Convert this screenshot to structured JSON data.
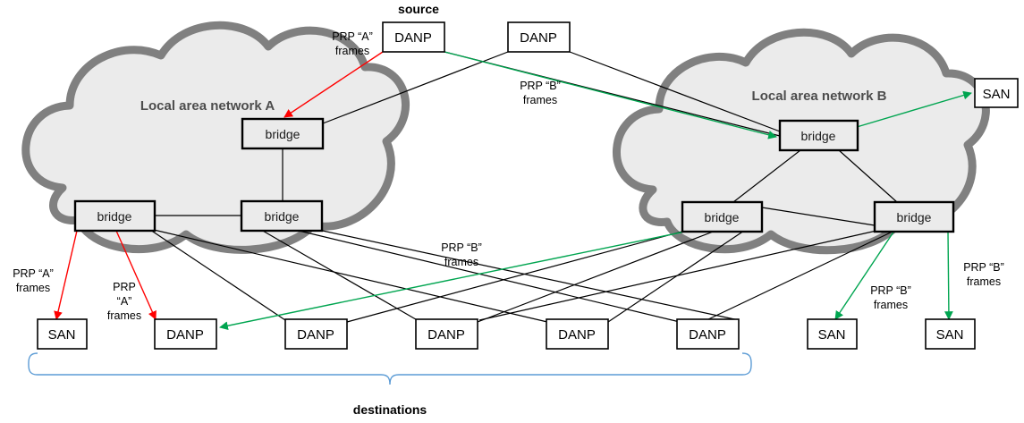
{
  "figure": {
    "title_source": "source",
    "title_destinations": "destinations",
    "colors": {
      "prp_a": "#ff0000",
      "prp_b": "#00a550",
      "link": "#000000",
      "cloud_fill": "#ebebeb",
      "cloud_stroke": "#808080",
      "bracket": "#5b9bd5"
    }
  },
  "clouds": [
    {
      "id": "lan-a",
      "label": "Local area network A"
    },
    {
      "id": "lan-b",
      "label": "Local area network B"
    }
  ],
  "source_nodes": [
    {
      "id": "src-danp-a",
      "label": "DANP"
    },
    {
      "id": "src-danp-b",
      "label": "DANP"
    }
  ],
  "bridges": [
    {
      "id": "bridge-a-top",
      "label": "bridge"
    },
    {
      "id": "bridge-a-left",
      "label": "bridge"
    },
    {
      "id": "bridge-a-right",
      "label": "bridge"
    },
    {
      "id": "bridge-b-top",
      "label": "bridge"
    },
    {
      "id": "bridge-b-left",
      "label": "bridge"
    },
    {
      "id": "bridge-b-right",
      "label": "bridge"
    }
  ],
  "destination_nodes": [
    {
      "id": "dest-san-1",
      "label": "SAN"
    },
    {
      "id": "dest-danp-1",
      "label": "DANP"
    },
    {
      "id": "dest-danp-2",
      "label": "DANP"
    },
    {
      "id": "dest-danp-3",
      "label": "DANP"
    },
    {
      "id": "dest-danp-4",
      "label": "DANP"
    },
    {
      "id": "dest-danp-5",
      "label": "DANP"
    }
  ],
  "side_nodes": [
    {
      "id": "san-right-top",
      "label": "SAN"
    },
    {
      "id": "san-right-lower1",
      "label": "SAN"
    },
    {
      "id": "san-right-lower2",
      "label": "SAN"
    }
  ],
  "annotations": [
    {
      "id": "annot-prp-a-top",
      "line1": "PRP “A”",
      "line2": "frames",
      "type": "prp-a"
    },
    {
      "id": "annot-prp-b-top",
      "line1": "PRP “B”",
      "line2": "frames",
      "type": "prp-b"
    },
    {
      "id": "annot-prp-a-left",
      "line1": "PRP “A”",
      "line2": "frames",
      "type": "prp-a"
    },
    {
      "id": "annot-prp-a-mid",
      "line1": "PRP",
      "line2": "“A”",
      "line3": "frames",
      "type": "prp-a"
    },
    {
      "id": "annot-prp-b-mid",
      "line1": "PRP “B”",
      "line2": "frames",
      "type": "prp-b"
    },
    {
      "id": "annot-prp-b-right1",
      "line1": "PRP “B”",
      "line2": "frames",
      "type": "prp-b"
    },
    {
      "id": "annot-prp-b-right2",
      "line1": "PRP “B”",
      "line2": "frames",
      "type": "prp-b"
    }
  ]
}
